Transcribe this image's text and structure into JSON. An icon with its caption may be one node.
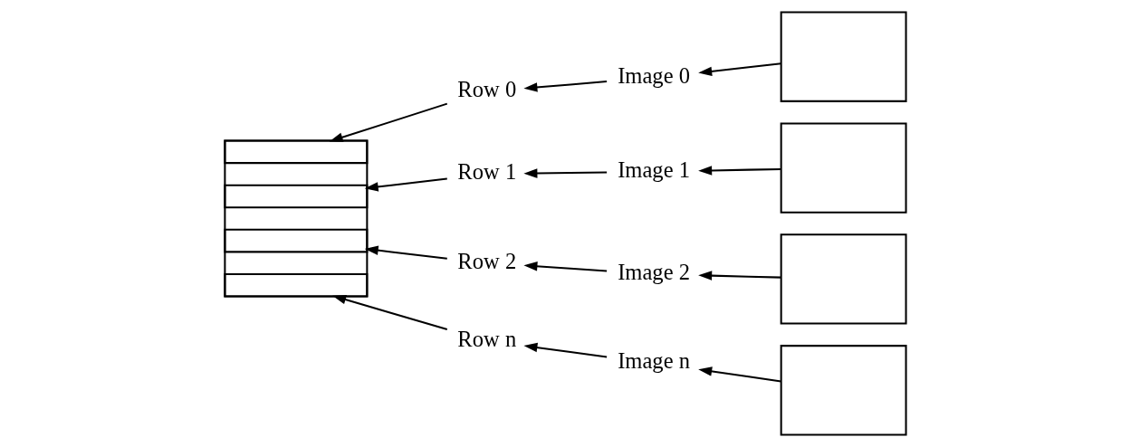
{
  "diagram": {
    "nodes": [
      {
        "text": [],
        "shape": "box"
      },
      {
        "text": [],
        "shape": "bar",
        "in": 0
      },
      {
        "text": [],
        "shape": "bar",
        "in": 0
      },
      {
        "text": [],
        "shape": "bar",
        "in": 0
      },
      {
        "text": [],
        "shape": "bar",
        "in": 0
      },
      {
        "text": [
          "Row 0"
        ]
      },
      {
        "text": [
          "Row 1"
        ]
      },
      {
        "text": [
          "Row 2"
        ]
      },
      {
        "text": [
          "Row n"
        ]
      },
      {
        "text": [
          "Image 0"
        ]
      },
      {
        "text": [
          "Image 1"
        ]
      },
      {
        "text": [
          "Image 2"
        ]
      },
      {
        "text": [
          "Image n"
        ]
      },
      {
        "text": [],
        "shape": "box"
      },
      {
        "text": [],
        "shape": "box"
      },
      {
        "text": [],
        "shape": "box"
      },
      {
        "text": [],
        "shape": "box"
      }
    ],
    "edges": [
      {
        "from": 5,
        "to": 1,
        "arrow": "to"
      },
      {
        "from": 6,
        "to": 2,
        "arrow": "to"
      },
      {
        "from": 7,
        "to": 3,
        "arrow": "to"
      },
      {
        "from": 8,
        "to": 4,
        "arrow": "to"
      },
      {
        "from": 9,
        "to": 5,
        "arrow": "to"
      },
      {
        "from": 10,
        "to": 6,
        "arrow": "to"
      },
      {
        "from": 11,
        "to": 7,
        "arrow": "to"
      },
      {
        "from": 12,
        "to": 8,
        "arrow": "to"
      },
      {
        "from": 13,
        "to": 9,
        "arrow": "to"
      },
      {
        "from": 14,
        "to": 10,
        "arrow": "to"
      },
      {
        "from": 15,
        "to": 11,
        "arrow": "to"
      },
      {
        "from": 16,
        "to": 12,
        "arrow": "to"
      }
    ]
  }
}
